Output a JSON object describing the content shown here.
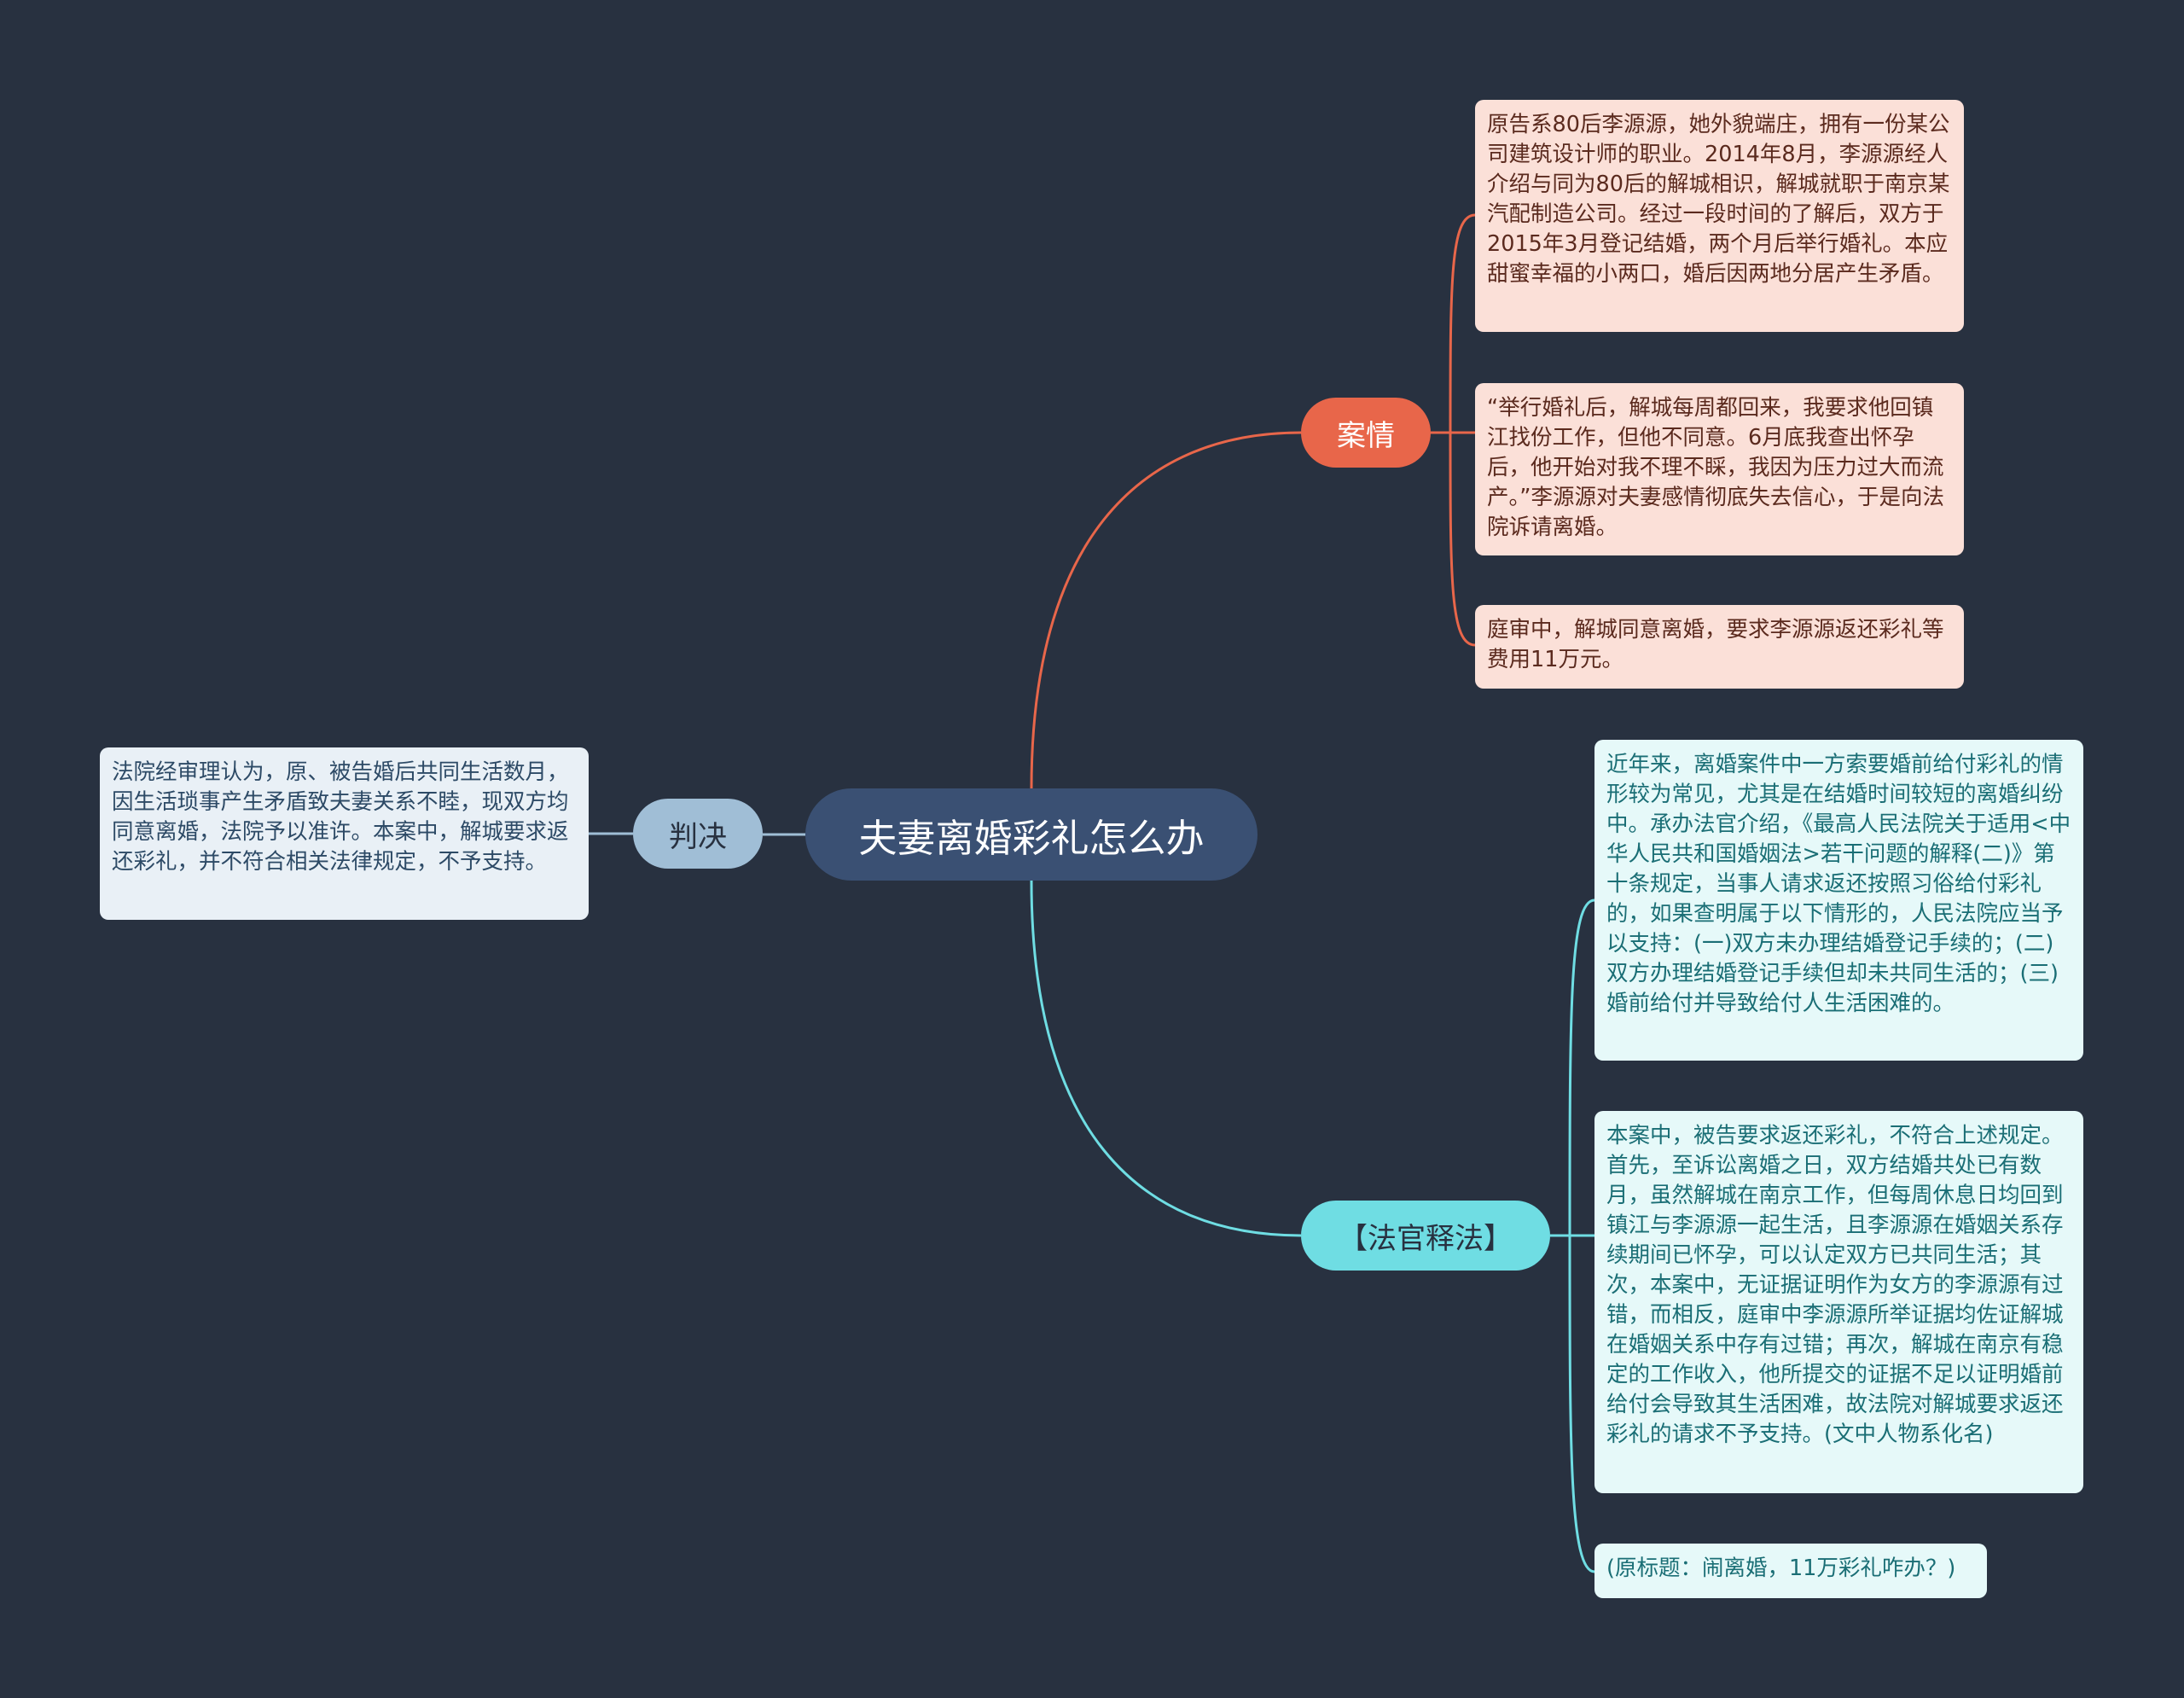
{
  "diagram": {
    "type": "mind-map",
    "colors": {
      "background": "#283140",
      "root": "#3a5073",
      "case_branch": "#e8664a",
      "judgment_branch": "#a0bed6",
      "law_branch": "#6fdde3"
    },
    "root": {
      "label": "夫妻离婚彩礼怎么办"
    },
    "branches": {
      "case": {
        "label": "案情",
        "leaves": [
          "原告系80后李源源，她外貌端庄，拥有一份某公司建筑设计师的职业。2014年8月，李源源经人介绍与同为80后的解城相识，解城就职于南京某汽配制造公司。经过一段时间的了解后，双方于2015年3月登记结婚，两个月后举行婚礼。本应甜蜜幸福的小两口，婚后因两地分居产生矛盾。",
          "“举行婚礼后，解城每周都回来，我要求他回镇江找份工作，但他不同意。6月底我查出怀孕后，他开始对我不理不睬，我因为压力过大而流产。”李源源对夫妻感情彻底失去信心，于是向法院诉请离婚。",
          "庭审中，解城同意离婚，要求李源源返还彩礼等费用11万元。"
        ]
      },
      "judgment": {
        "label": "判决",
        "leaves": [
          "法院经审理认为，原、被告婚后共同生活数月，因生活琐事产生矛盾致夫妻关系不睦，现双方均同意离婚，法院予以准许。本案中，解城要求返还彩礼，并不符合相关法律规定，不予支持。"
        ]
      },
      "law": {
        "label": "【法官释法】",
        "leaves": [
          "近年来，离婚案件中一方索要婚前给付彩礼的情形较为常见，尤其是在结婚时间较短的离婚纠纷中。承办法官介绍，《最高人民法院关于适用<中华人民共和国婚姻法>若干问题的解释(二)》第十条规定，当事人请求返还按照习俗给付彩礼的，如果查明属于以下情形的，人民法院应当予以支持：(一)双方未办理结婚登记手续的；(二)双方办理结婚登记手续但却未共同生活的；(三)婚前给付并导致给付人生活困难的。",
          "本案中，被告要求返还彩礼，不符合上述规定。首先，至诉讼离婚之日，双方结婚共处已有数月，虽然解城在南京工作，但每周休息日均回到镇江与李源源一起生活，且李源源在婚姻关系存续期间已怀孕，可以认定双方已共同生活；其次，本案中，无证据证明作为女方的李源源有过错，而相反，庭审中李源源所举证据均佐证解城在婚姻关系中存有过错；再次，解城在南京有稳定的工作收入，他所提交的证据不足以证明婚前给付会导致其生活困难，故法院对解城要求返还彩礼的请求不予支持。(文中人物系化名)",
          "(原标题：闹离婚，11万彩礼咋办？)"
        ]
      }
    }
  }
}
